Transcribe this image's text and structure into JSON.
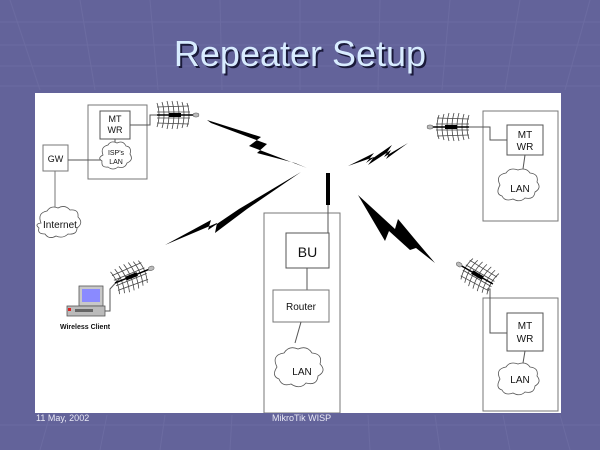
{
  "slide": {
    "title": "Repeater Setup",
    "footer_date": "11 May, 2002",
    "footer_center": "MikroTik WISP",
    "colors": {
      "background": "#63639a",
      "title": "#d8ecff",
      "panel": "#ffffff"
    }
  },
  "diagram": {
    "isp_site": {
      "gateway_label": "GW",
      "internet_label": "Internet",
      "repeater_label_line1": "MT",
      "repeater_label_line2": "WR",
      "lan_label_line1": "ISP's",
      "lan_label_line2": "LAN"
    },
    "base_site": {
      "base_unit_label": "BU",
      "router_label": "Router",
      "lan_label": "LAN"
    },
    "remote_site_top": {
      "repeater_label_line1": "MT",
      "repeater_label_line2": "WR",
      "lan_label": "LAN"
    },
    "remote_site_bottom": {
      "repeater_label_line1": "MT",
      "repeater_label_line2": "WR",
      "lan_label": "LAN"
    },
    "wireless_client": {
      "label": "Wireless Client"
    }
  }
}
